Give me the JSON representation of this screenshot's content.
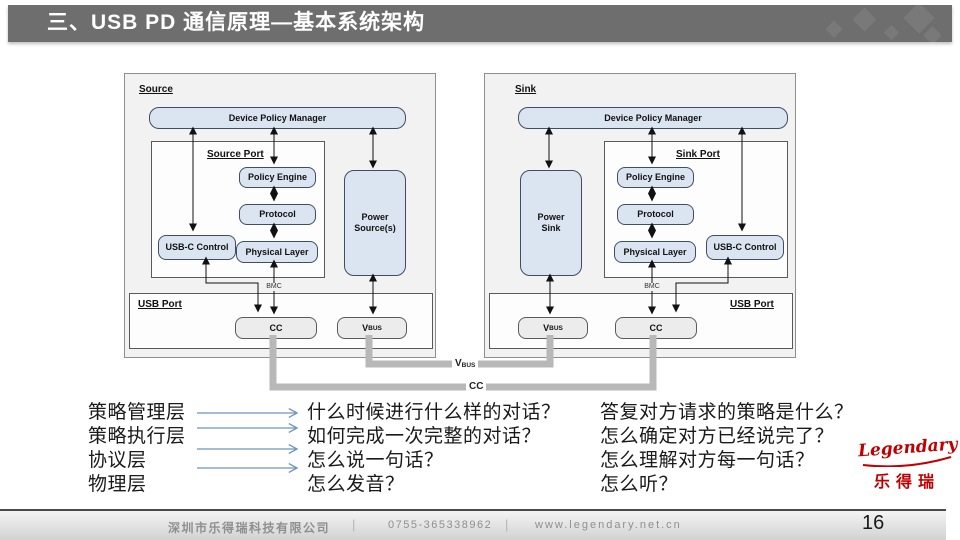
{
  "header": {
    "title": "三、USB PD 通信原理—基本系统架构"
  },
  "diagram": {
    "source": {
      "label": "Source",
      "dpm": "Device Policy Manager",
      "port_label": "Source Port",
      "policy_engine": "Policy Engine",
      "protocol": "Protocol",
      "physical_layer": "Physical Layer",
      "usbc_control": "USB-C Control",
      "power": "Power Source(s)",
      "usb_port_label": "USB Port",
      "cc": "CC",
      "bmc": "BMC"
    },
    "sink": {
      "label": "Sink",
      "dpm": "Device Policy Manager",
      "port_label": "Sink Port",
      "policy_engine": "Policy Engine",
      "protocol": "Protocol",
      "physical_layer": "Physical Layer",
      "usbc_control": "USB-C Control",
      "power": "Power Sink",
      "usb_port_label": "USB Port",
      "cc": "CC",
      "bmc": "BMC"
    },
    "vbus": {
      "main": "V",
      "sub": "BUS"
    },
    "cable": {
      "cc": "CC"
    }
  },
  "layers": {
    "rows": [
      {
        "layer": "策略管理层",
        "q_mid": "什么时候进行什么样的对话？",
        "q_right": "答复对方请求的策略是什么？"
      },
      {
        "layer": "策略执行层",
        "q_mid": "如何完成一次完整的对话？",
        "q_right": "怎么确定对方已经说完了？"
      },
      {
        "layer": "协议层",
        "q_mid": "怎么说一句话？",
        "q_right": "怎么理解对方每一句话？"
      },
      {
        "layer": "物理层",
        "q_mid": "怎么发音？",
        "q_right": "怎么听？"
      }
    ]
  },
  "logo": {
    "script": "Legendary",
    "cn": "乐得瑞"
  },
  "footer": {
    "company": "深圳市乐得瑞科技有限公司",
    "separator": "|",
    "phone": "0755-365338962",
    "url": "www.legendary.net.cn",
    "page": "16"
  },
  "colors": {
    "header_gray": "#6e6e6e",
    "box_blue_fill": "#dbe5f1",
    "cable_gray": "#b8b8b8",
    "arrow_blue": "#6f94bd",
    "logo_red": "#c00000"
  }
}
